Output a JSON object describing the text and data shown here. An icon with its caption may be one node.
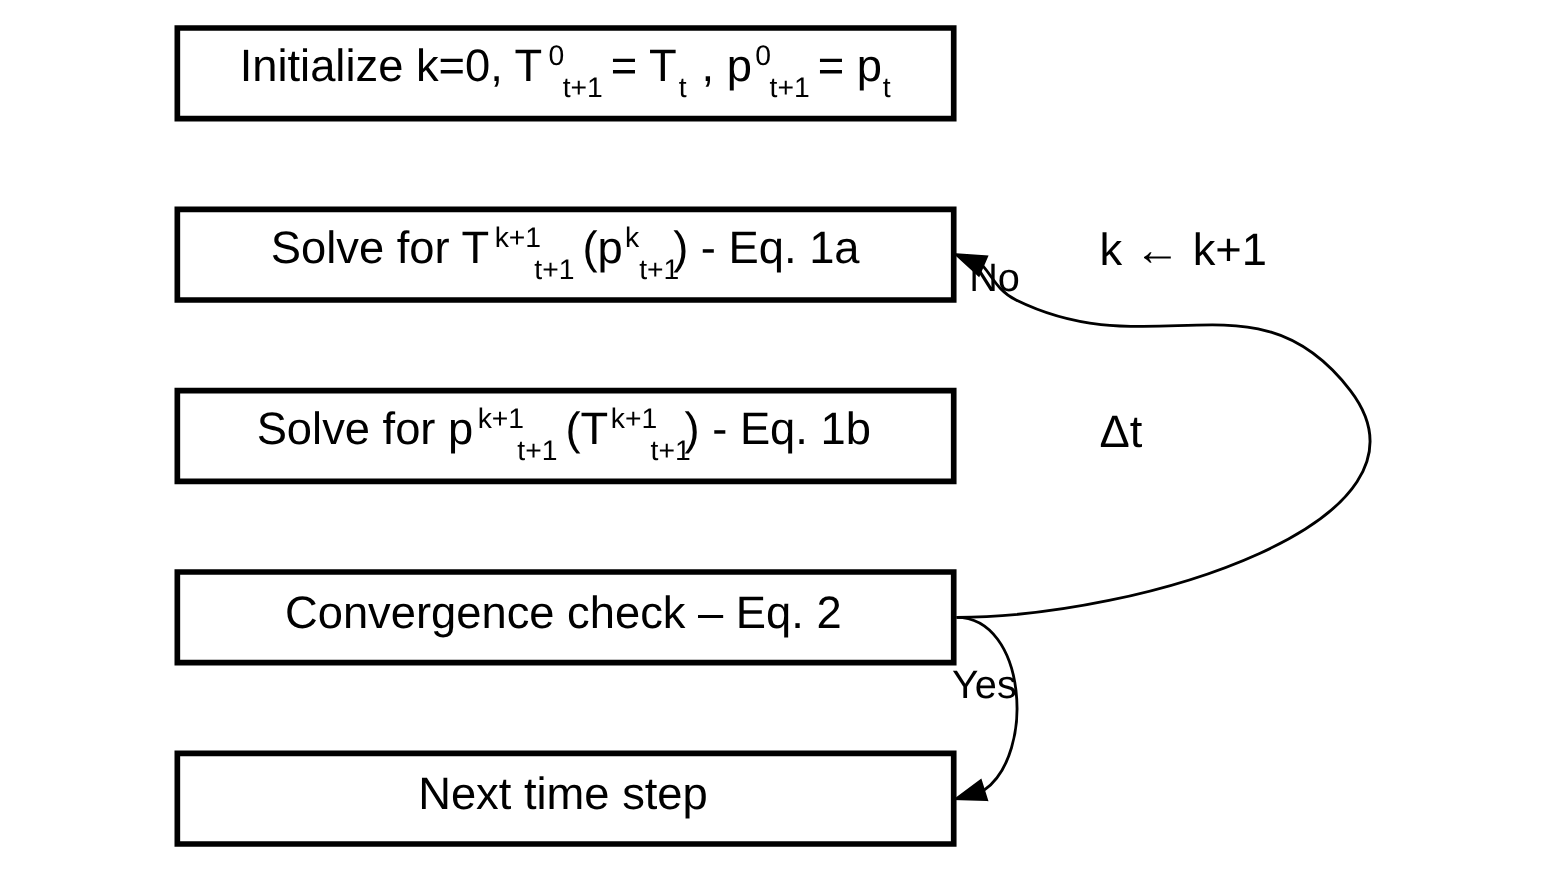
{
  "diagram": {
    "nodes": [
      {
        "text": [
          "Initialize k=0, T$^{0}$$_{t+1}$ = T$_{t}$ , p$^{0}$$_{t+1}$ = p$_{t}$"
        ]
      },
      {
        "text": [
          "Solve for T$^{k+1}$$_{t+1}$ (p$^{k}$$_{t+1}$) - Eq. 1a"
        ]
      },
      {
        "text": [
          "Solve for p$^{k+1}$$_{t+1}$ (T$^{k+1}$$_{t+1}$) - Eq. 1b"
        ]
      },
      {
        "text": [
          "Convergence check – Eq. 2"
        ]
      },
      {
        "text": [
          "Next time step"
        ]
      }
    ],
    "edges": [
      {
        "from": 3,
        "to": 1,
        "arrow": "to",
        "label": "No"
      },
      {
        "from": 3,
        "to": 4,
        "arrow": "to",
        "label": "Yes"
      }
    ],
    "labels": [
      "k ← k+1",
      "Δt"
    ]
  }
}
